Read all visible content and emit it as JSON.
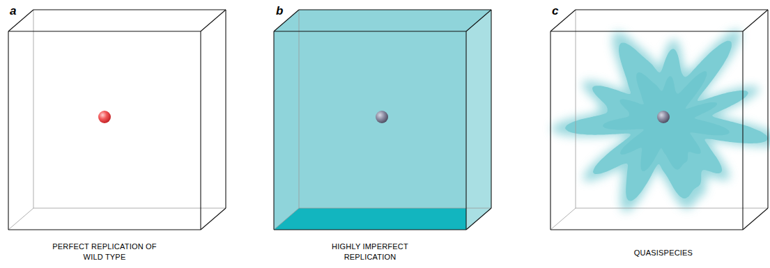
{
  "diagram": {
    "labels": [
      "a",
      "b",
      "c",
      "PERFECT REPLICATION OF WILD TYPE",
      "HIGHLY IMPERFECT REPLICATION",
      "QUASISPECIES"
    ]
  }
}
